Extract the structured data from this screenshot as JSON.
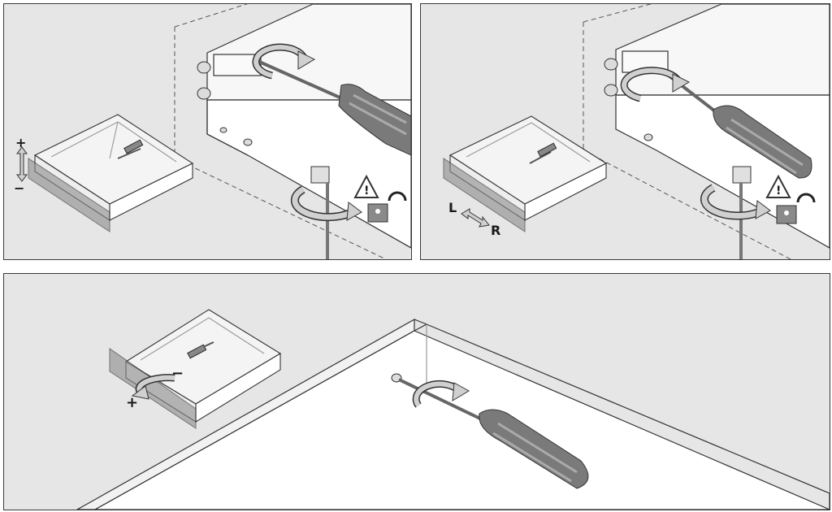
{
  "panels": [
    {
      "id": "height-adjustment",
      "drawer_labels": {
        "plus": "+",
        "minus": "−"
      },
      "icons": [
        "drawer-icon",
        "screwdriver-icon",
        "rotate-arrow-icon",
        "warning-icon",
        "lock-icon"
      ]
    },
    {
      "id": "side-adjustment",
      "drawer_labels": {
        "left": "L",
        "right": "R"
      },
      "icons": [
        "drawer-icon",
        "screwdriver-icon",
        "rotate-arrow-icon",
        "warning-icon",
        "lock-icon"
      ]
    },
    {
      "id": "tilt-adjustment",
      "drawer_labels": {
        "plus": "+",
        "minus": "−"
      },
      "icons": [
        "drawer-icon",
        "screwdriver-icon",
        "rotate-arrow-icon"
      ]
    }
  ],
  "colors": {
    "background": "#e6e6e6",
    "line": "#333333",
    "drawer_fill": "#f4f4f4",
    "handle_dark": "#6f6f6f",
    "handle_light": "#a8a8a8",
    "arrow_fill": "#d0d0d0"
  }
}
